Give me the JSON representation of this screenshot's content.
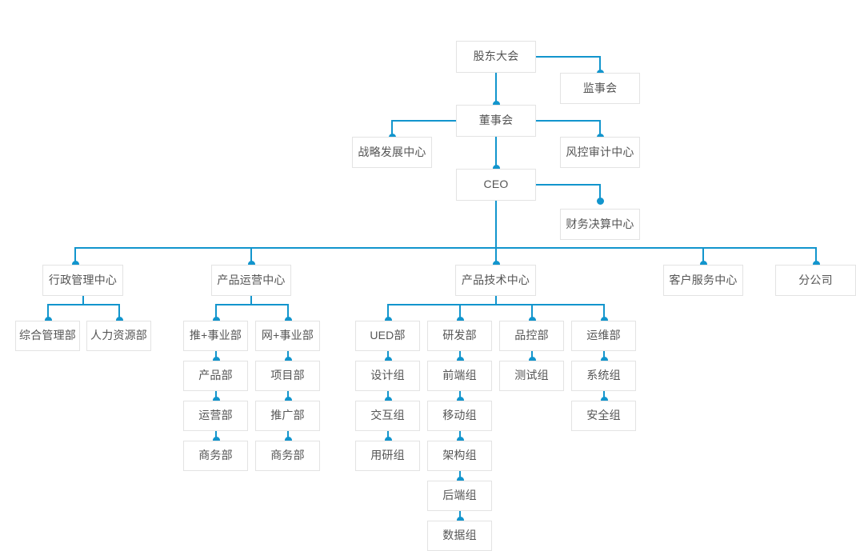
{
  "diagram": {
    "type": "organization-chart",
    "title": "",
    "colors": {
      "connector": "#1295cd",
      "node_border": "#e3e3e3",
      "node_text": "#555555",
      "background": "#ffffff"
    },
    "nodes": {
      "shareholders_meeting": "股东大会",
      "board_of_supervisors": "监事会",
      "board_of_directors": "董事会",
      "strategy_development_center": "战略发展中心",
      "risk_control_audit_center": "风控审计中心",
      "ceo": "CEO",
      "finance_settlement_center": "财务决算中心",
      "admin_management_center": "行政管理中心",
      "product_operation_center": "产品运营中心",
      "product_technology_center": "产品技术中心",
      "customer_service_center": "客户服务中心",
      "branch_company": "分公司",
      "general_management_dept": "综合管理部",
      "human_resources_dept": "人力资源部",
      "tui_plus_business_unit": "推+事业部",
      "wang_plus_business_unit": "网+事业部",
      "product_dept": "产品部",
      "project_dept": "项目部",
      "operations_dept": "运营部",
      "promotion_dept": "推广部",
      "business_dept_left": "商务部",
      "business_dept_right": "商务部",
      "ued_dept": "UED部",
      "rd_dept": "研发部",
      "qc_dept": "品控部",
      "ops_maintenance_dept": "运维部",
      "design_group": "设计组",
      "frontend_group": "前端组",
      "test_group": "测试组",
      "system_group": "系统组",
      "interaction_group": "交互组",
      "mobile_group": "移动组",
      "security_group": "安全组",
      "user_research_group": "用研组",
      "architecture_group": "架构组",
      "backend_group": "后端组",
      "data_group": "数据组"
    }
  }
}
